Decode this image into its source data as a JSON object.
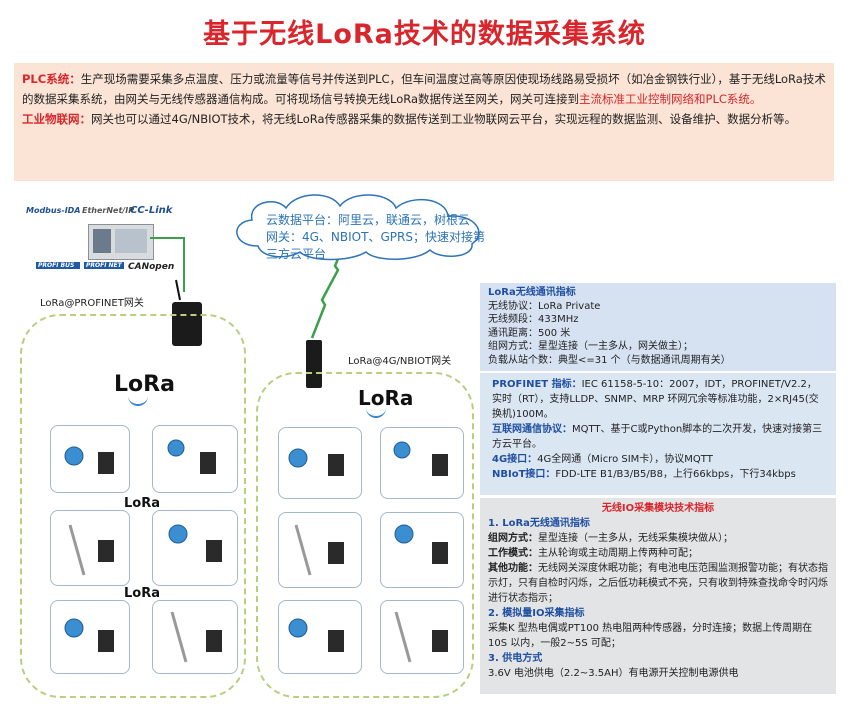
{
  "title": "基于无线LoRa技术的数据采集系统",
  "intro": {
    "plc_label": "PLC系统：",
    "plc_text_1": "生产现场需要采集多点温度、压力或流量等信号并传送到PLC，但车间温度过高等原因使现场线路易受损坏（如冶金钢铁行业），基于无线LoRa技术的数据采集系统，由网关与无线传感器通信构成。可将现场信号转换无线LoRa数据传送至网关，网关可连接到",
    "plc_text_highlight": "主流标准工业控制网络和PLC系统。",
    "iot_label": "工业物联网：",
    "iot_text": "网关也可以通过4G/NBIOT技术，将无线LoRa传感器采集的数据传送到工业物联网云平台，实现远程的数据监测、设备维护、数据分析等。"
  },
  "brands": {
    "modbus": "Modbus-IDA",
    "ethernetip": "EtherNet/IP",
    "cclink": "CC-Link",
    "profibus": "PROFI BUS",
    "profinet": "PROFI NET",
    "canopen": "CANopen"
  },
  "gateway_profinet_label": "LoRa@PROFINET网关",
  "gateway_4g_label": "LoRa@4G/NBIOT网关",
  "lora_logo": "LoRa",
  "cloud": {
    "line1": "云数据平台：阿里云，联通云，树根云",
    "line2": "网关：4G、NBIOT、GPRS；快速对接第三方云平台"
  },
  "lora_spec": {
    "heading": "LoRa无线通讯指标",
    "lines": [
      "无线协议：LoRa Private",
      "无线频段：433MHz",
      "通讯距离：500 米",
      "组网方式：星型连接（一主多从，网关做主）；",
      "负载从站个数：典型<=31 个（与数据通讯周期有关）"
    ]
  },
  "gateway_spec": {
    "profinet_label": "PROFINET 指标：",
    "profinet_text": "IEC 61158-5-10：2007，IDT，PROFINET/V2.2，实时（RT），支持LLDP、SNMP、MRP 环网冗余等标准功能，2×RJ45(交换机)100M。",
    "internet_label": "互联网通信协议：",
    "internet_text": "MQTT、基于C或Python脚本的二次开发，快速对接第三方云平台。",
    "g4_label": "4G接口：",
    "g4_text": "4G全网通（Micro SIM卡），协议MQTT",
    "nbiot_label": "NBIoT接口：",
    "nbiot_text": "FDD-LTE B1/B3/B5/B8，上行66kbps，下行34kbps"
  },
  "io_spec": {
    "title": "无线IO采集模块技术指标",
    "s1_heading": "1. LoRa无线通讯指标",
    "network_label": "组网方式：",
    "network_text": "星型连接（一主多从，无线采集模块做从）；",
    "mode_label": "工作模式：",
    "mode_text": "主从轮询或主动周期上传两种可配；",
    "other_label": "其他功能：",
    "other_text": "无线网关深度休眠功能；有电池电压范围监测报警功能；有状态指示灯，只有自检时闪烁，之后低功耗模式不亮，只有收到特殊查找命令时闪烁进行状态指示；",
    "s2_heading": "2. 模拟量IO采集指标",
    "s2_text": "采集K 型热电偶或PT100 热电阻两种传感器，分时连接；数据上传周期在10S 以内，一般2~5S 可配；",
    "s3_heading": "3. 供电方式",
    "s3_text": "3.6V 电池供电（2.2~3.5AH）有电源开关控制电源供电"
  },
  "colors": {
    "title_red": "#d9262c",
    "intro_bg": "#fbe4d5",
    "panel_blue": "#d6e2f2",
    "panel_gray": "#e3e4e6",
    "zone_dash": "#b7cf7f",
    "heading_blue": "#1f4fa0"
  }
}
